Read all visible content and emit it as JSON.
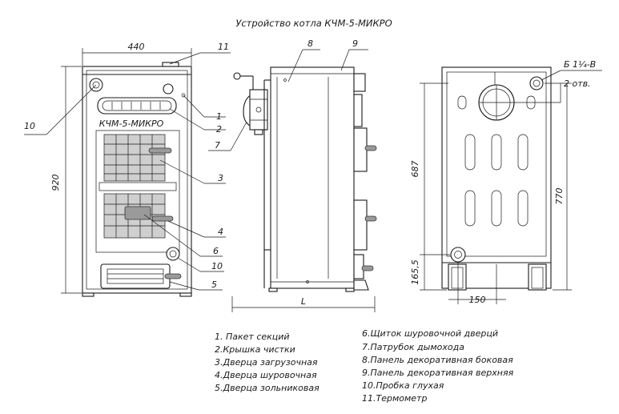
{
  "title": "Устройство котла КЧМ-5-МИКРО",
  "front_view": {
    "plate_label": "КЧМ-5-МИКРО",
    "dim_width": "440",
    "dim_height": "920",
    "callouts": [
      "11",
      "1",
      "2",
      "3",
      "4",
      "6",
      "10",
      "5",
      "7",
      "10"
    ]
  },
  "side_view": {
    "callouts": [
      "8",
      "9"
    ],
    "dim_length": "L"
  },
  "rear_view": {
    "thread_label": "Б 1¼-В",
    "holes_label": "2 отв.",
    "dim_687": "687",
    "dim_770": "770",
    "dim_165": "165,5",
    "dim_150": "150"
  },
  "legend_left": [
    "1. Пакет секций",
    "2.Крышка чистки",
    "3.Дверца загрузочная",
    "4.Дверца шуровочная",
    "5.Дверца зольниковая"
  ],
  "legend_right": [
    "6.Щиток шуровочной дверцй",
    "7.Патрубок дымохода",
    "8.Панель декоративная боковая",
    "9.Панель декоративная верхняя",
    "10.Пробка глухая",
    "11.Термометр"
  ]
}
